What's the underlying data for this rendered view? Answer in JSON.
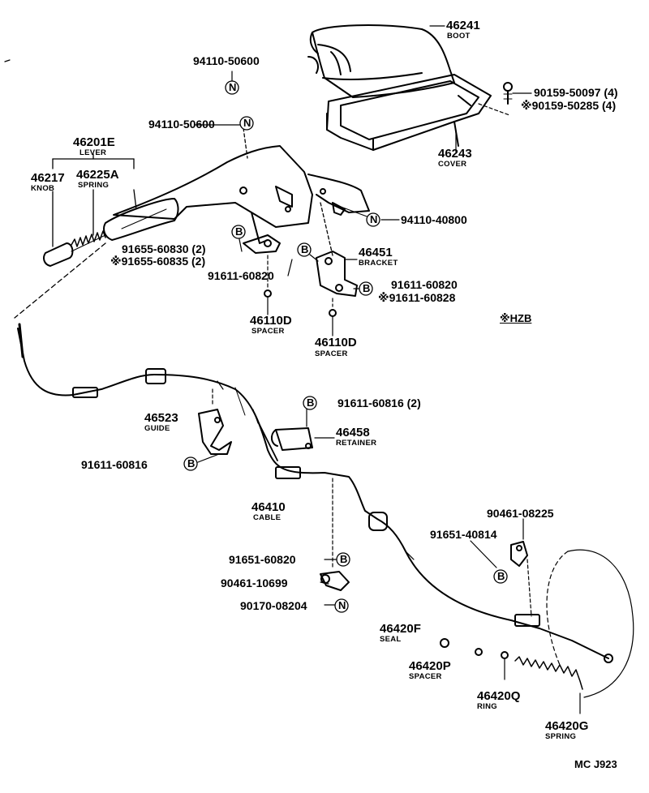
{
  "parts": {
    "boot_pn": "46241",
    "boot_nm": "BOOT",
    "cover_pn": "46243",
    "cover_nm": "COVER",
    "screw_a": "90159-50097 (4)",
    "screw_b": "※90159-50285 (4)",
    "nut_top": "94110-50600",
    "nut_lever": "94110-50600",
    "lever_pn": "46201E",
    "lever_nm": "LEVER",
    "knob_pn": "46217",
    "knob_nm": "KNOB",
    "spring1_pn": "46225A",
    "spring1_nm": "SPRING",
    "nut_4080": "94110-40800",
    "bolt_a": "91655-60830 (2)",
    "bolt_b": "※91655-60835 (2)",
    "bolt_lever": "91611-60820",
    "bracket_pn": "46451",
    "bracket_nm": "BRACKET",
    "bolt_br_a": "91611-60820",
    "bolt_br_b": "※91611-60828",
    "spacer1_pn": "46110D",
    "spacer1_nm": "SPACER",
    "spacer2_pn": "46110D",
    "spacer2_nm": "SPACER",
    "hzb_note": "※HZB",
    "bolt_ret": "91611-60816 (2)",
    "guide_pn": "46523",
    "guide_nm": "GUIDE",
    "retainer_pn": "46458",
    "retainer_nm": "RETAINER",
    "bolt_guide": "91611-60816",
    "cable_pn": "46410",
    "cable_nm": "CABLE",
    "clamp_b": "90461-08225",
    "bolt_clamp": "91651-40814",
    "bolt_cable": "91651-60820",
    "clamp_a": "90461-10699",
    "nut_cable": "90170-08204",
    "seal_pn": "46420F",
    "seal_nm": "SEAL",
    "spacer3_pn": "46420P",
    "spacer3_nm": "SPACER",
    "ring_pn": "46420Q",
    "ring_nm": "RING",
    "spring2_pn": "46420G",
    "spring2_nm": "SPRING",
    "fig_code": "MC J923"
  },
  "symbols": {
    "nut": "N",
    "bolt": "B"
  }
}
